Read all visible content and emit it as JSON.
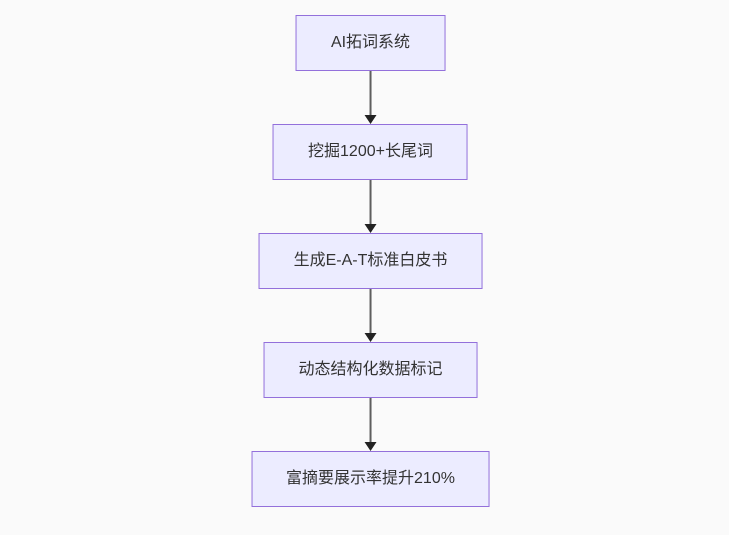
{
  "diagram": {
    "type": "flowchart",
    "direction": "top-down",
    "nodes": [
      {
        "id": "step-1",
        "label": "AI拓词系统"
      },
      {
        "id": "step-2",
        "label": "挖掘1200+长尾词"
      },
      {
        "id": "step-3",
        "label": "生成E-A-T标准白皮书"
      },
      {
        "id": "step-4",
        "label": "动态结构化数据标记"
      },
      {
        "id": "step-5",
        "label": "富摘要展示率提升210%"
      }
    ],
    "edges": [
      {
        "from": "step-1",
        "to": "step-2"
      },
      {
        "from": "step-2",
        "to": "step-3"
      },
      {
        "from": "step-3",
        "to": "step-4"
      },
      {
        "from": "step-4",
        "to": "step-5"
      }
    ],
    "colors": {
      "background": "#fafafa",
      "node_fill": "#ECECFF",
      "node_border": "#9370DB",
      "node_text": "#333333",
      "edge_line": "#5e5e5e",
      "arrowhead": "#222222"
    }
  }
}
